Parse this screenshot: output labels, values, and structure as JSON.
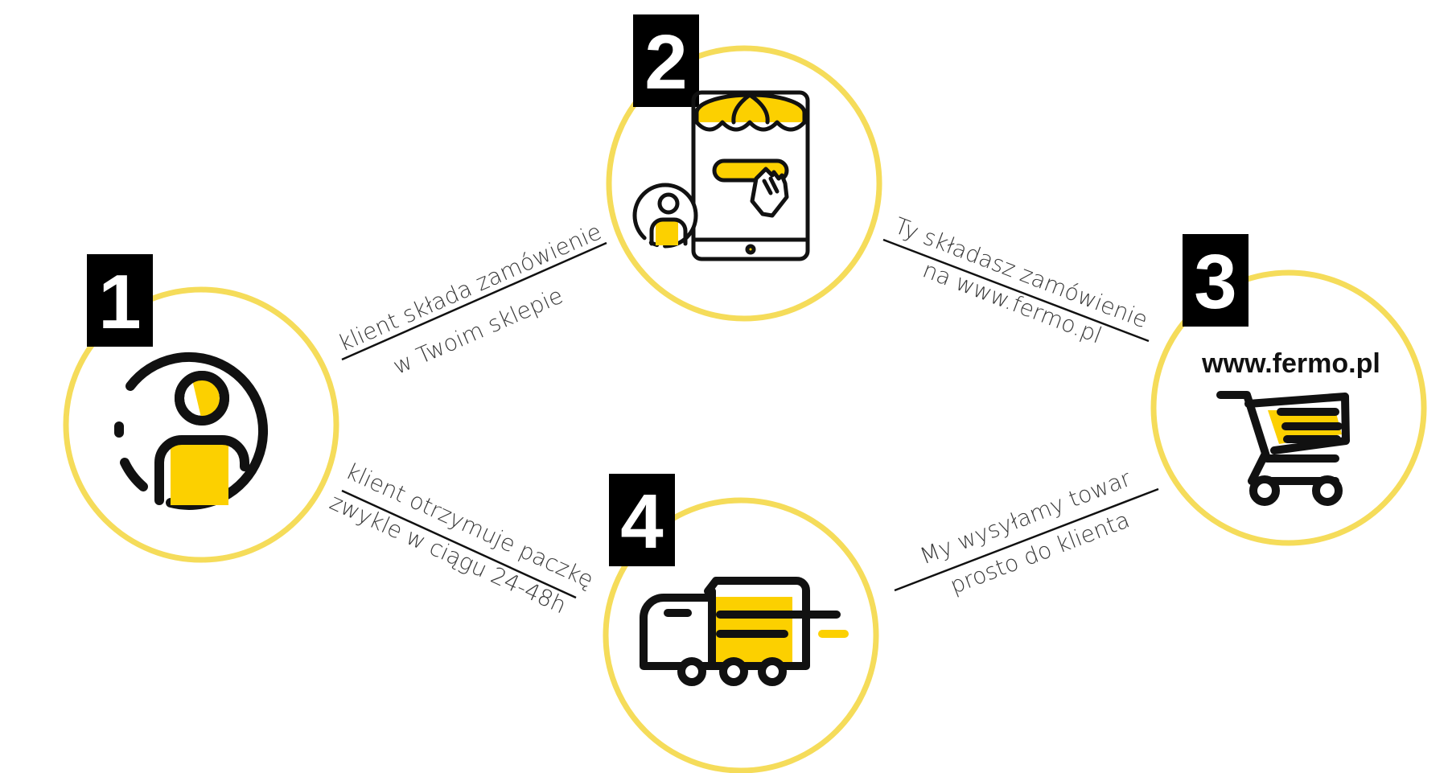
{
  "colors": {
    "accent": "#FCD000",
    "ring": "#F5DC5A",
    "ink": "#111111",
    "badge": "#000000"
  },
  "steps": [
    {
      "number": "1",
      "icon": "customer-icon"
    },
    {
      "number": "2",
      "icon": "tablet-shop-icon"
    },
    {
      "number": "3",
      "icon": "shopping-cart-icon",
      "title": "www.fermo.pl"
    },
    {
      "number": "4",
      "icon": "delivery-truck-icon"
    }
  ],
  "connectors": [
    {
      "line1": "klient składa zamówienie",
      "line2": "w Twoim sklepie"
    },
    {
      "line1": "Ty składasz zamówienie",
      "line2": "na www.fermo.pl"
    },
    {
      "line1": "My wysyłamy towar",
      "line2": "prosto do klienta"
    },
    {
      "line1": "klient otrzymuje paczkę",
      "line2": "zwykle w ciągu 24-48h"
    }
  ]
}
